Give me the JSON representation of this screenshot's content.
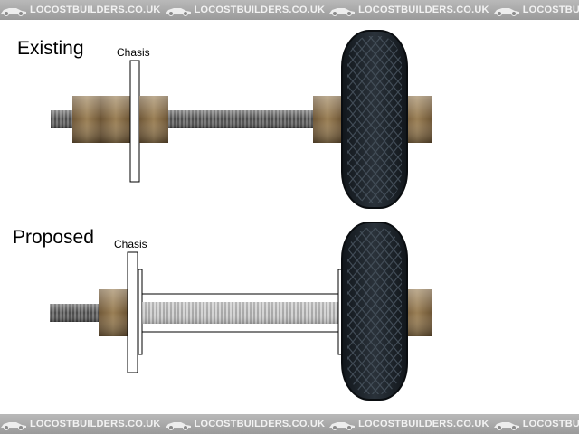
{
  "watermark": {
    "text": "LOCOSTBUILDERS.CO.UK",
    "repeat": 6
  },
  "existing": {
    "title": "Existing",
    "chassis_label": "Chasis"
  },
  "proposed": {
    "title": "Proposed",
    "chassis_label": "Chasis"
  },
  "colors": {
    "nut": "#8a7048",
    "nut_dark": "#5a4528",
    "thread": "#6b6b6b",
    "thread_light": "#c8c8c8",
    "tyre": "#1c2228",
    "tyre_tread": "#3e4852",
    "watermark_band": "#a9a9a9"
  }
}
